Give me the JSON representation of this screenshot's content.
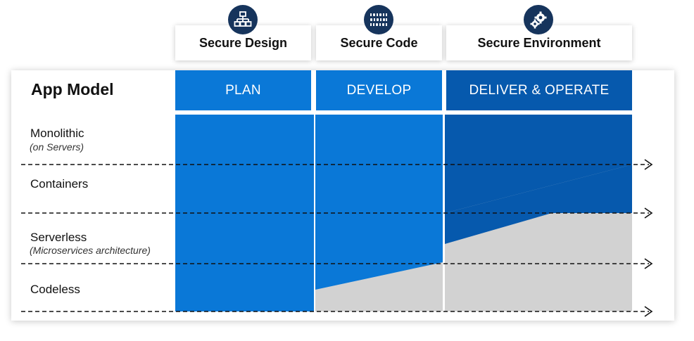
{
  "pillars": [
    {
      "label": "Secure Design",
      "icon": "hierarchy-network-icon"
    },
    {
      "label": "Secure Code",
      "icon": "binary-code-icon"
    },
    {
      "label": "Secure Environment",
      "icon": "gears-icon"
    }
  ],
  "app_model_label": "App Model",
  "phases": [
    {
      "label": "PLAN"
    },
    {
      "label": "DEVELOP"
    },
    {
      "label": "DELIVER & OPERATE"
    }
  ],
  "rows": [
    {
      "title": "Monolithic",
      "subtitle": "(on Servers)"
    },
    {
      "title": "Containers",
      "subtitle": ""
    },
    {
      "title": "Serverless",
      "subtitle": "(Microservices architecture)"
    },
    {
      "title": "Codeless",
      "subtitle": ""
    }
  ],
  "colors": {
    "plan": "#0a78d7",
    "develop": "#0a78d7",
    "deliver": "#0659ad",
    "customer_managed": "#d2d2d2",
    "icon_bg": "#16345c"
  }
}
